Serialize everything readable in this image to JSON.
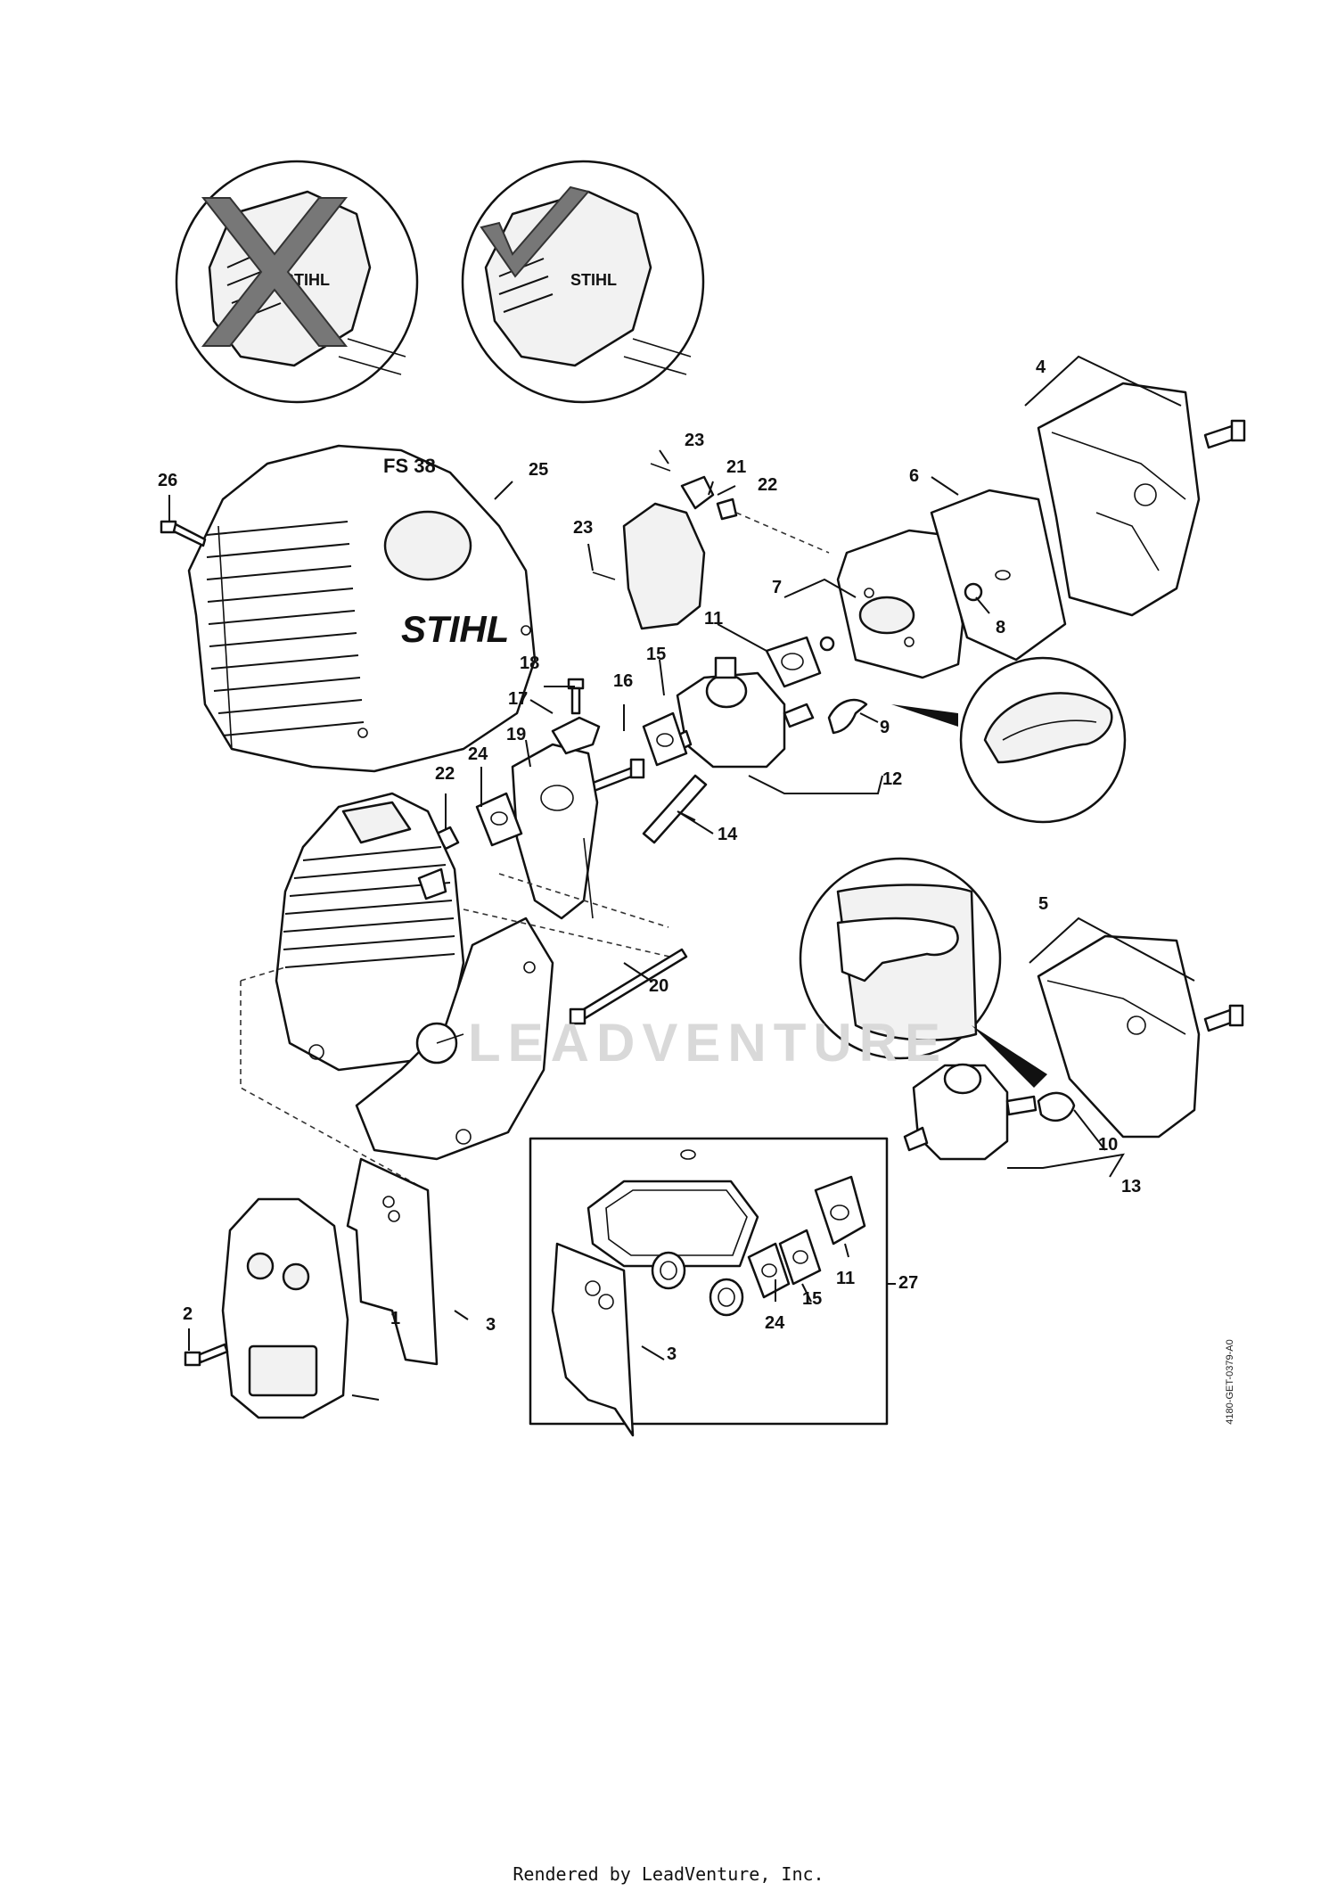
{
  "brand": "STIHL",
  "model_mark": "FS 38",
  "parts": [
    {
      "id": "p1",
      "label": "1"
    },
    {
      "id": "p2",
      "label": "2"
    },
    {
      "id": "p3",
      "label": "3"
    },
    {
      "id": "p3b",
      "label": "3"
    },
    {
      "id": "p4",
      "label": "4"
    },
    {
      "id": "p5",
      "label": "5"
    },
    {
      "id": "p6",
      "label": "6"
    },
    {
      "id": "p7",
      "label": "7"
    },
    {
      "id": "p8",
      "label": "8"
    },
    {
      "id": "p9",
      "label": "9"
    },
    {
      "id": "p10",
      "label": "10"
    },
    {
      "id": "p11",
      "label": "11"
    },
    {
      "id": "p11b",
      "label": "11"
    },
    {
      "id": "p12",
      "label": "12"
    },
    {
      "id": "p13",
      "label": "13"
    },
    {
      "id": "p14",
      "label": "14"
    },
    {
      "id": "p15",
      "label": "15"
    },
    {
      "id": "p15b",
      "label": "15"
    },
    {
      "id": "p16",
      "label": "16"
    },
    {
      "id": "p17",
      "label": "17"
    },
    {
      "id": "p18",
      "label": "18"
    },
    {
      "id": "p19",
      "label": "19"
    },
    {
      "id": "p20",
      "label": "20"
    },
    {
      "id": "p21",
      "label": "21"
    },
    {
      "id": "p22",
      "label": "22"
    },
    {
      "id": "p22b",
      "label": "22"
    },
    {
      "id": "p23",
      "label": "23"
    },
    {
      "id": "p23b",
      "label": "23"
    },
    {
      "id": "p24",
      "label": "24"
    },
    {
      "id": "p24b",
      "label": "24"
    },
    {
      "id": "p25",
      "label": "25"
    },
    {
      "id": "p26",
      "label": "26"
    },
    {
      "id": "p27",
      "label": "27"
    }
  ],
  "document_code": "4180-GET-0379-A0",
  "watermark_text": "LEADVENTURE",
  "footer_text": "Rendered by LeadVenture, Inc."
}
